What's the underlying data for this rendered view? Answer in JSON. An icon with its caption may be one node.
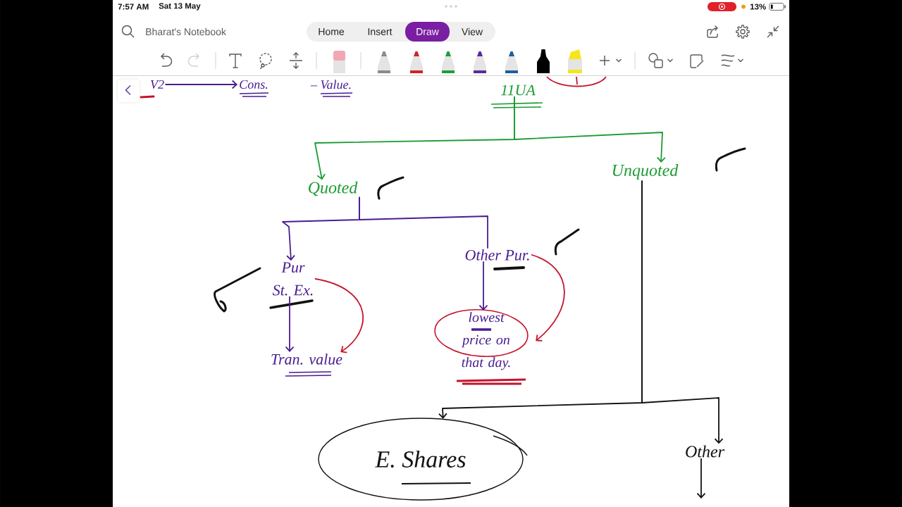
{
  "diagram": {
    "nodes": [
      {
        "text": [
          "V2"
        ]
      },
      {
        "text": [
          "Cons."
        ]
      },
      {
        "text": [
          "11UA"
        ]
      },
      {
        "text": [
          "Quoted"
        ]
      },
      {
        "text": [
          "Unquoted"
        ]
      },
      {
        "text": [
          "Pur",
          "St. Ex."
        ]
      },
      {
        "text": [
          "Other Pur."
        ]
      },
      {
        "text": [
          "Tran. value"
        ]
      },
      {
        "text": [
          "lowest price on that day."
        ]
      },
      {
        "text": [
          "E. Shares"
        ]
      },
      {
        "text": [
          "Other"
        ]
      }
    ],
    "edges": [
      {
        "from": 0,
        "to": 1,
        "arrow": "to"
      },
      {
        "from": 2,
        "to": 3,
        "arrow": "to",
        "color": "#1c9b32"
      },
      {
        "from": 2,
        "to": 4,
        "arrow": "to",
        "color": "#1c9b32"
      },
      {
        "from": 3,
        "to": 5,
        "arrow": "to"
      },
      {
        "from": 3,
        "to": 6,
        "arrow": "none"
      },
      {
        "from": 5,
        "to": 7,
        "arrow": "to"
      },
      {
        "from": 5,
        "to": 7,
        "arrow": "to",
        "color": "#c4142c"
      },
      {
        "from": 6,
        "to": 8,
        "arrow": "to"
      },
      {
        "from": 6,
        "to": 8,
        "arrow": "to",
        "color": "#c4142c"
      },
      {
        "from": 4,
        "to": 9,
        "arrow": "to",
        "color": "#111111"
      },
      {
        "from": 4,
        "to": 10,
        "arrow": "to",
        "color": "#111111"
      },
      {
        "from": 10,
        "to": null,
        "arrow": "to",
        "color": "#111111"
      }
    ],
    "labels": [
      "7:57 AM",
      "Sat 13 May",
      "13%",
      "Bharat's Notebook",
      "Home",
      "Insert",
      "Draw",
      "View",
      "– Value."
    ]
  }
}
